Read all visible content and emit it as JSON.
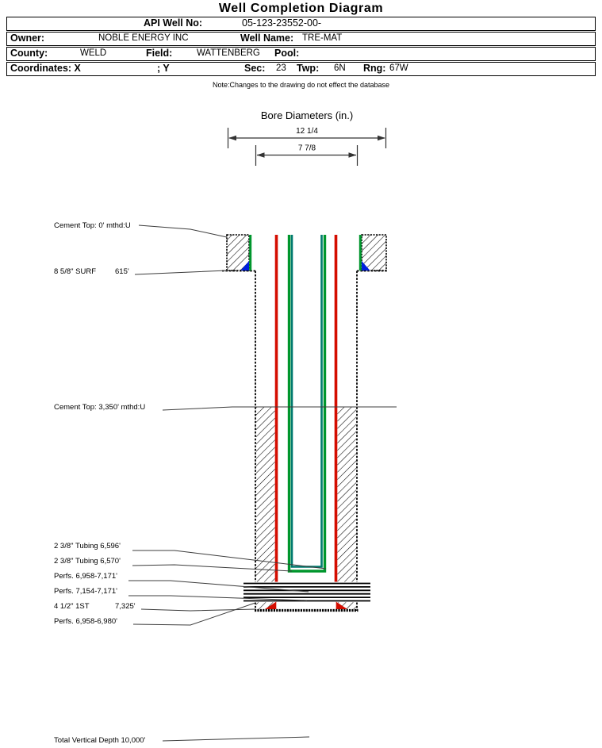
{
  "header": {
    "title": "Well Completion Diagram",
    "api_label": "API Well No:",
    "api_value": "05-123-23552-00-",
    "owner_label": "Owner:",
    "owner_value": "NOBLE ENERGY INC",
    "well_name_label": "Well Name:",
    "well_name_value": "TRE-MAT",
    "county_label": "County:",
    "county_value": "WELD",
    "field_label": "Field:",
    "field_value": "WATTENBERG",
    "pool_label": "Pool:",
    "pool_value": "",
    "coordinates_label": "Coordinates: X",
    "coord_y_label": "; Y",
    "sec_label": "Sec:",
    "sec_value": "23",
    "twp_label": "Twp:",
    "twp_value": "6N",
    "rng_label": "Rng:",
    "rng_value": "67W",
    "note": "Note:Changes to the drawing do not effect the database"
  },
  "bore_diameters": {
    "title": "Bore Diameters (in.)",
    "outer_diameter_in": "12 1/4",
    "inner_diameter_in": "7 7/8"
  },
  "annotations": {
    "cement_top_surface": "Cement Top: 0' mthd:U",
    "surface_casing": "8 5/8\" SURF",
    "surface_casing_depth": "615'",
    "cement_top_production": "Cement Top: 3,350' mthd:U",
    "tubing_1": "2 3/8\" Tubing 6,596'",
    "tubing_2": "2 3/8\" Tubing 6,570'",
    "perfs_1": "Perfs. 6,958-7,171'",
    "perfs_2": "Perfs. 7,154-7,171'",
    "production_casing": "4 1/2\" 1ST",
    "production_casing_depth": "7,325'",
    "perfs_3": "Perfs. 6,958-6,980'",
    "total_depth": "Total Vertical Depth 10,000'"
  },
  "colors": {
    "casing_red": "#d40d00",
    "tubing_green": "#00962d",
    "tubing_teal": "#007a6e",
    "shoe_blue": "#0020dd"
  }
}
